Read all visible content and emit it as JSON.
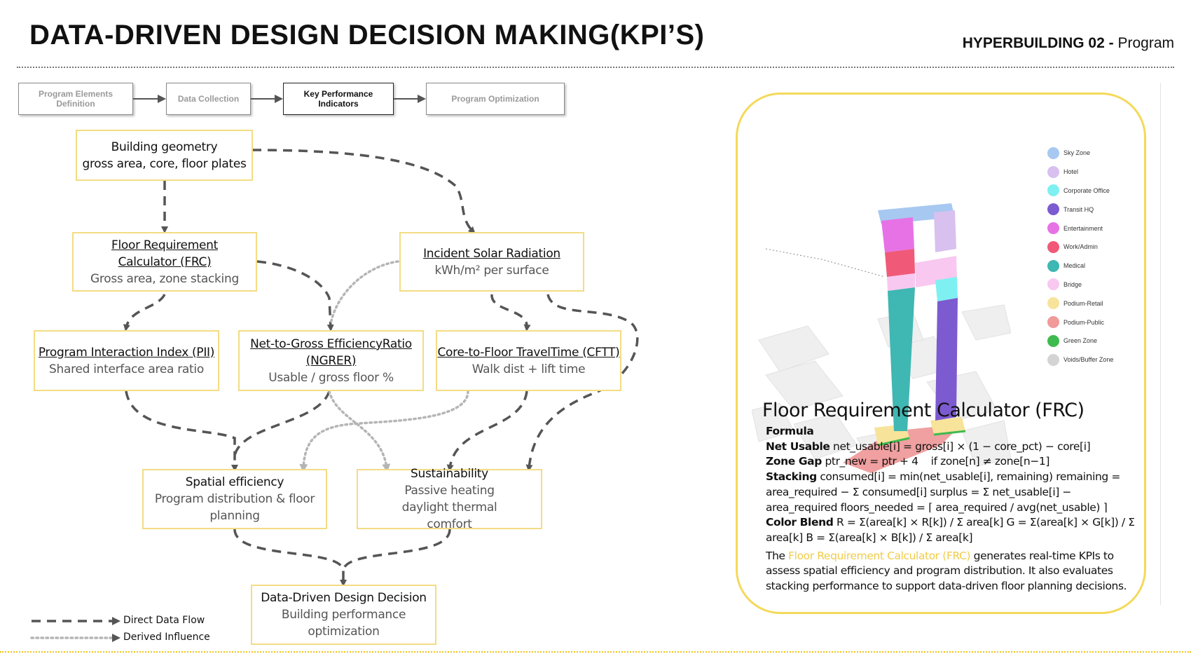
{
  "header": {
    "title": "DATA-DRIVEN DESIGN DECISION MAKING(KPI’S)",
    "project": "HYPERBUILDING 02 -",
    "section": "Program"
  },
  "steps": [
    {
      "label": "Program Elements Definition",
      "active": false
    },
    {
      "label": "Data Collection",
      "active": false
    },
    {
      "label": "Key Performance Indicators",
      "active": true
    },
    {
      "label": "Program Optimization",
      "active": false
    }
  ],
  "nodes": {
    "geometry": {
      "title": "Building geometry",
      "sub": "gross area, core, floor plates"
    },
    "frc": {
      "title": "Floor Requirement Calculator (FRC)",
      "sub": "Gross area, zone stacking"
    },
    "solar": {
      "title": "Incident Solar Radiation",
      "sub": "kWh/m² per surface"
    },
    "pii": {
      "title": "Program Interaction Index (PII)",
      "sub": "Shared interface area ratio"
    },
    "ngrer": {
      "title": "Net-to-Gross EfficiencyRatio (NGRER)",
      "sub": "Usable / gross floor %"
    },
    "cftt": {
      "title": "Core-to-Floor TravelTime (CFTT)",
      "sub": "Walk dist + lift time"
    },
    "spatial": {
      "title": "Spatial efficiency",
      "sub": "Program distribution & floor planning"
    },
    "sustain": {
      "title": "Sustainability",
      "sub": "Passive heating daylight thermal comfort"
    },
    "decision": {
      "title": "Data-Driven Design Decision",
      "sub": "Building performance optimization"
    }
  },
  "legend": {
    "direct": "Direct Data Flow",
    "derived": "Derived Influence"
  },
  "zones": [
    {
      "name": "Sky Zone",
      "color": "#a7c8f0"
    },
    {
      "name": "Hotel",
      "color": "#d8c0ef"
    },
    {
      "name": "Corporate Office",
      "color": "#7ff0f2"
    },
    {
      "name": "Transit HQ",
      "color": "#7c5ad0"
    },
    {
      "name": "Entertainment",
      "color": "#e672e6"
    },
    {
      "name": "Work/Admin",
      "color": "#f05a78"
    },
    {
      "name": "Medical",
      "color": "#3fb7b2"
    },
    {
      "name": "Bridge",
      "color": "#f8c8f0"
    },
    {
      "name": "Podium-Retail",
      "color": "#f7e39a"
    },
    {
      "name": "Podium-Public",
      "color": "#f09a9a"
    },
    {
      "name": "Green Zone",
      "color": "#3fba4f"
    },
    {
      "name": "Voids/Buffer Zone",
      "color": "#d4d4d4"
    }
  ],
  "frc_panel": {
    "title": "Floor Requirement Calculator (FRC)",
    "formula_label": "Formula",
    "net_usable_label": "Net Usable",
    "net_usable_expr": "net_usable[i] = gross[i] × (1 − core_pct) − core[i]",
    "zone_gap_label": "Zone Gap",
    "zone_gap_expr": "ptr_new = ptr + 4    if zone[n] ≠ zone[n−1]",
    "stacking_label": "Stacking",
    "stacking_expr": "consumed[i] = min(net_usable[i], remaining) remaining = area_required − Σ consumed[i] surplus = Σ net_usable[i] − area_required floors_needed = ⌈ area_required / avg(net_usable) ⌉",
    "color_blend_label": "Color Blend",
    "color_blend_expr": "R = Σ(area[k] × R[k]) / Σ area[k] G = Σ(area[k] × G[k]) / Σ area[k] B = Σ(area[k] × B[k]) / Σ area[k]",
    "desc_pre": "The",
    "desc_highlight": "Floor Requirement Calculator (FRC)",
    "desc_post": "generates real-time KPIs to assess spatial efficiency and program distribution. It also evaluates stacking performance to support data-driven floor planning decisions.",
    "accent_color": "#f0cc4a"
  }
}
